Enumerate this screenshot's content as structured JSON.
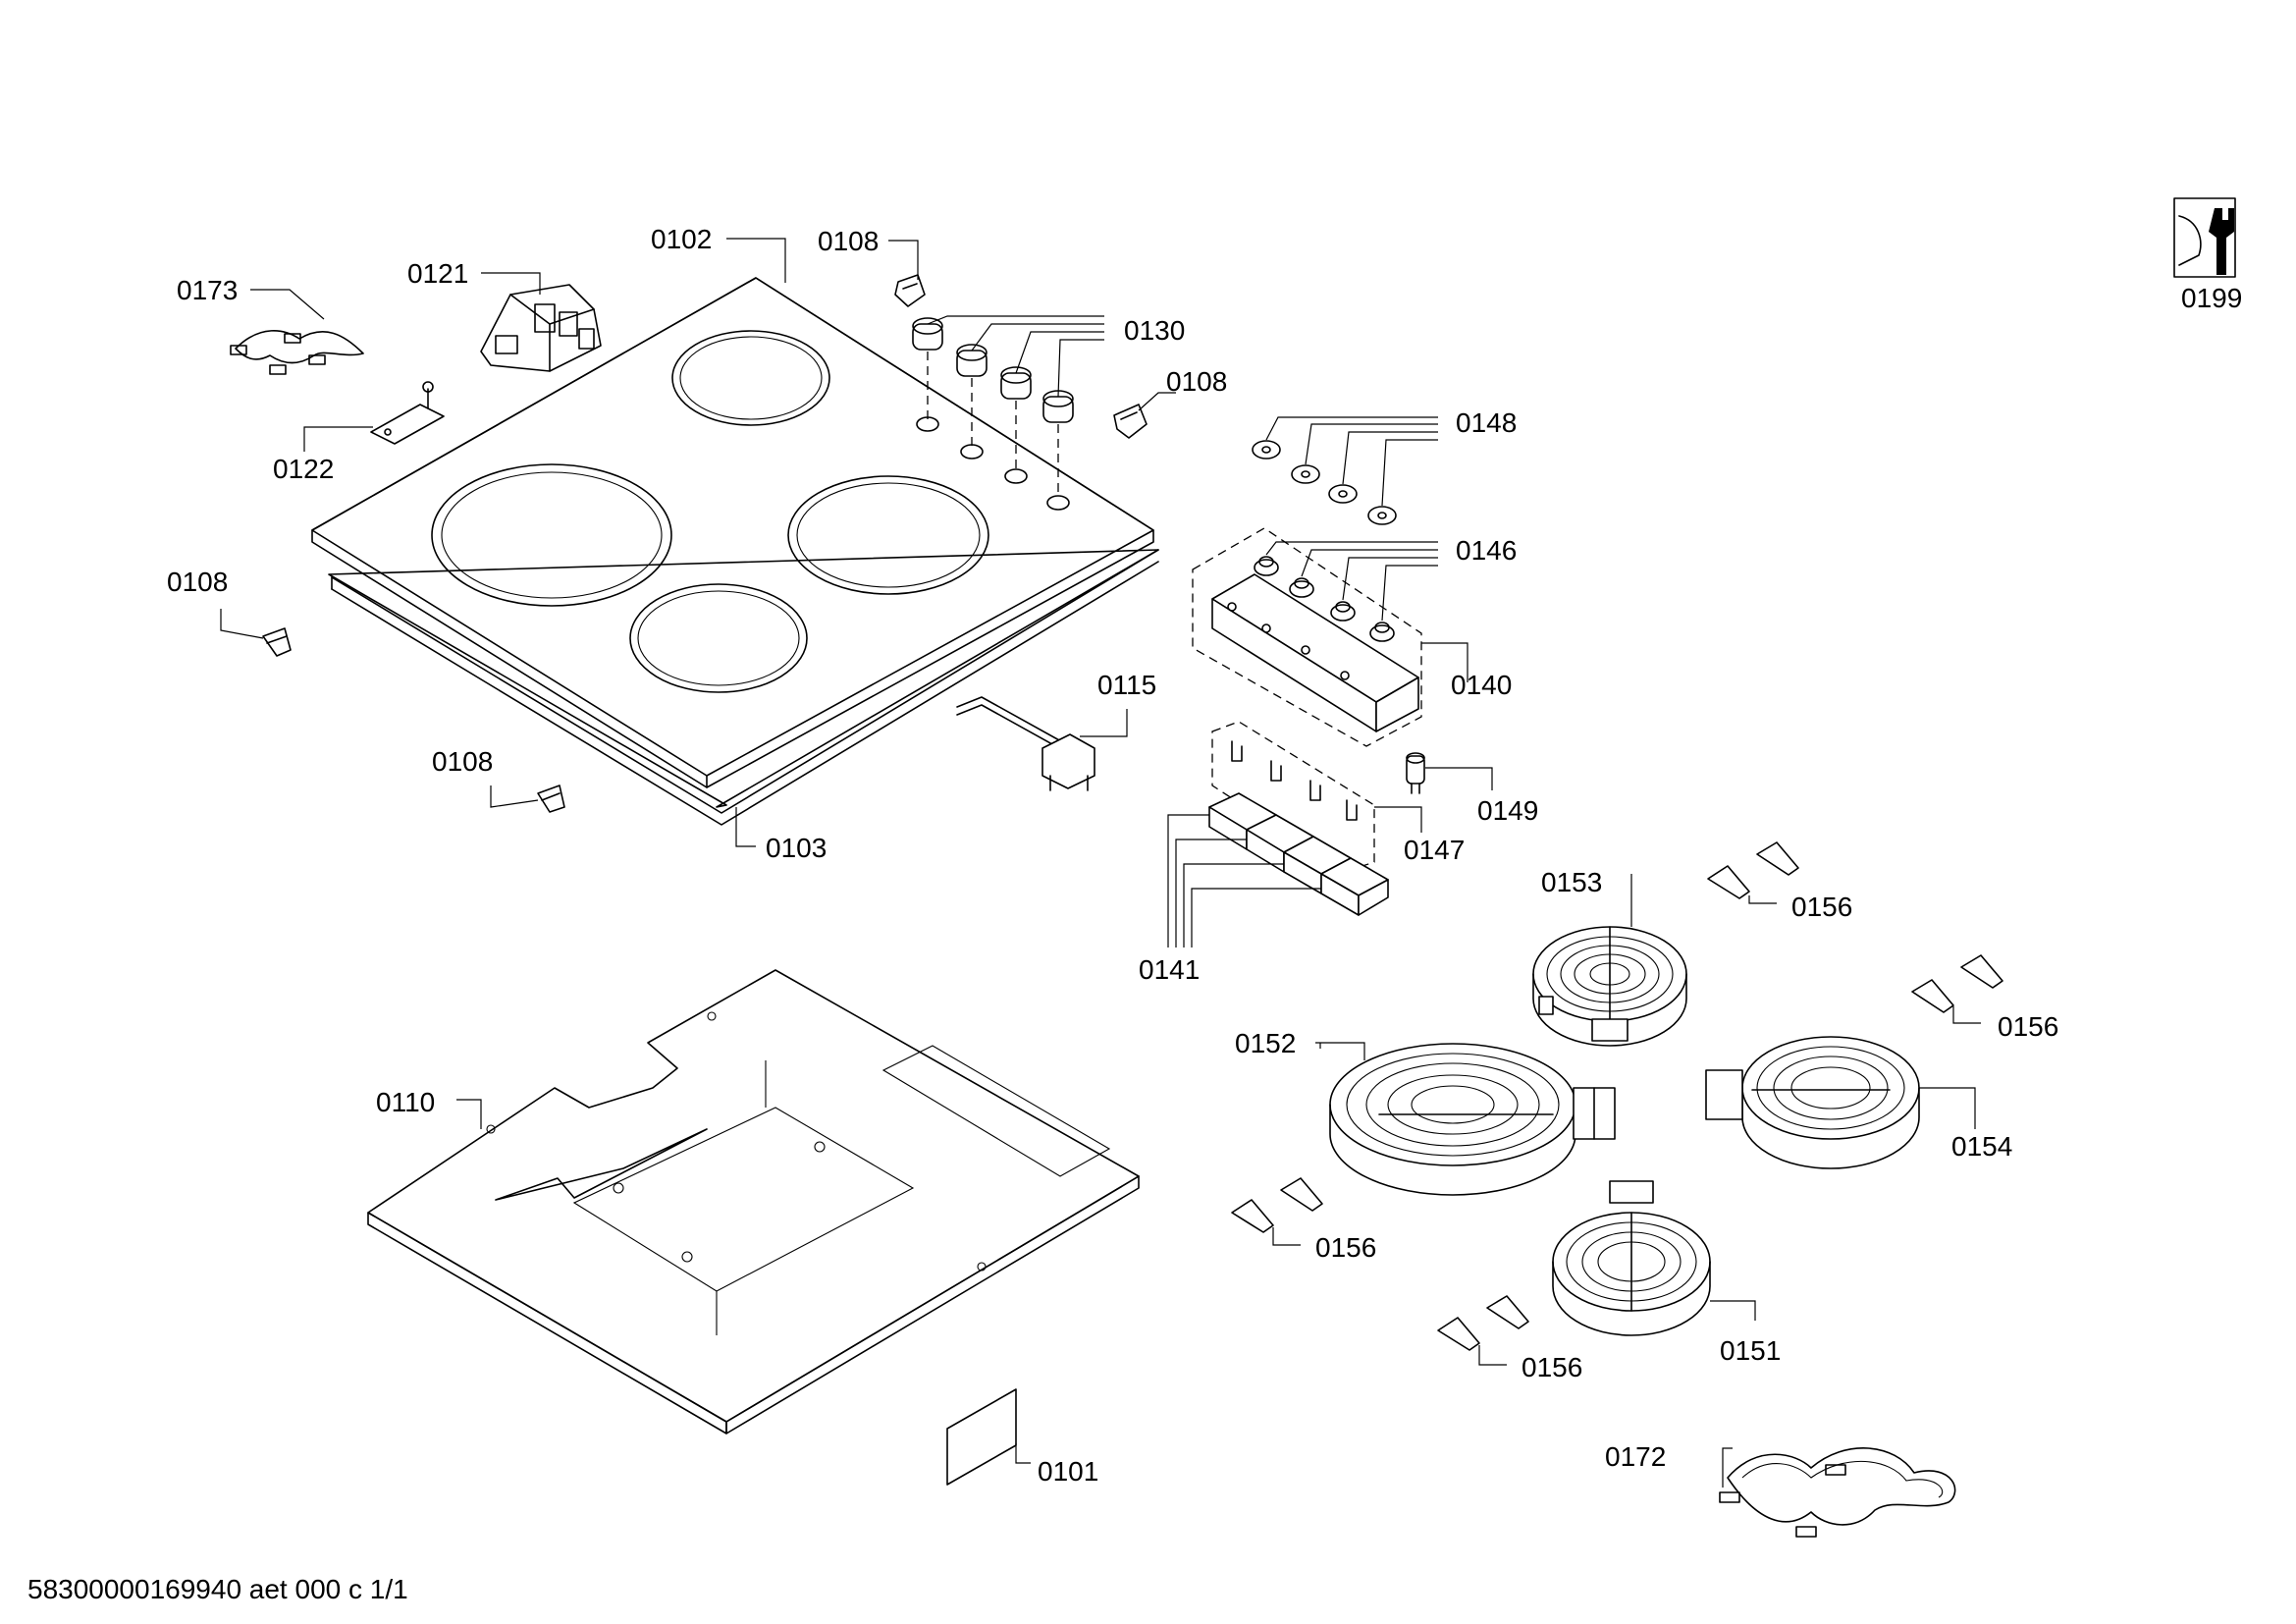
{
  "callouts": {
    "c0173": "0173",
    "c0121": "0121",
    "c0102": "0102",
    "c0108_top": "0108",
    "c0130": "0130",
    "c0108_knob": "0108",
    "c0148": "0148",
    "c0122": "0122",
    "c0146": "0146",
    "c0108_left": "0108",
    "c0115": "0115",
    "c0140": "0140",
    "c0108_mid": "0108",
    "c0149": "0149",
    "c0103": "0103",
    "c0147": "0147",
    "c0153": "0153",
    "c0156_a": "0156",
    "c0141": "0141",
    "c0156_b": "0156",
    "c0152": "0152",
    "c0110": "0110",
    "c0154": "0154",
    "c0156_c": "0156",
    "c0151": "0151",
    "c0156_d": "0156",
    "c0172": "0172",
    "c0101": "0101",
    "c0199": "0199"
  },
  "footer": {
    "doc_id": "58300000169940 aet 000 c 1/1"
  },
  "icons": {
    "service": "wrench-service-icon"
  }
}
